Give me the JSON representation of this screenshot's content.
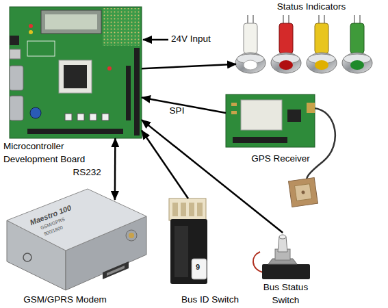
{
  "diagram": {
    "nodes": [
      {
        "text": [
          "Microcontroller Development Board"
        ]
      },
      {
        "text": [
          "Status Indicators"
        ]
      },
      {
        "text": [
          "GPS Receiver"
        ]
      },
      {
        "text": [
          "GSM/GPRS Modem"
        ]
      },
      {
        "text": [
          "Bus ID Switch"
        ]
      },
      {
        "text": [
          "Bus Status Switch"
        ]
      }
    ],
    "edges": [
      {
        "from": 0,
        "to": 1,
        "arrow": "to"
      },
      {
        "from": 2,
        "to": 0,
        "label": "SPI",
        "arrow": "to"
      },
      {
        "from": 0,
        "to": 3,
        "label": "RS232",
        "arrow": "both"
      },
      {
        "from": 4,
        "to": 0,
        "arrow": "to"
      },
      {
        "from": 5,
        "to": 0,
        "arrow": "to"
      }
    ],
    "labels": [
      "24V Input",
      "Maestro 100",
      "GSM/GPRS",
      "900/1800",
      "9"
    ]
  }
}
